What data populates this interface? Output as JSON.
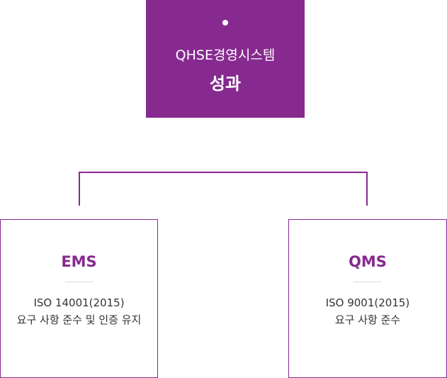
{
  "top_box": {
    "title": "QHSE경영시스템",
    "subtitle": "성과"
  },
  "cards": [
    {
      "title": "EMS",
      "lines": [
        "ISO 14001(2015)",
        "요구 사항 준수 및 인증 유지"
      ]
    },
    {
      "title": "QMS",
      "lines": [
        "ISO 9001(2015)",
        "요구 사항 준수"
      ]
    }
  ],
  "colors": {
    "accent": "#862a8f",
    "text": "#333333",
    "divider": "#dcdcdc"
  }
}
